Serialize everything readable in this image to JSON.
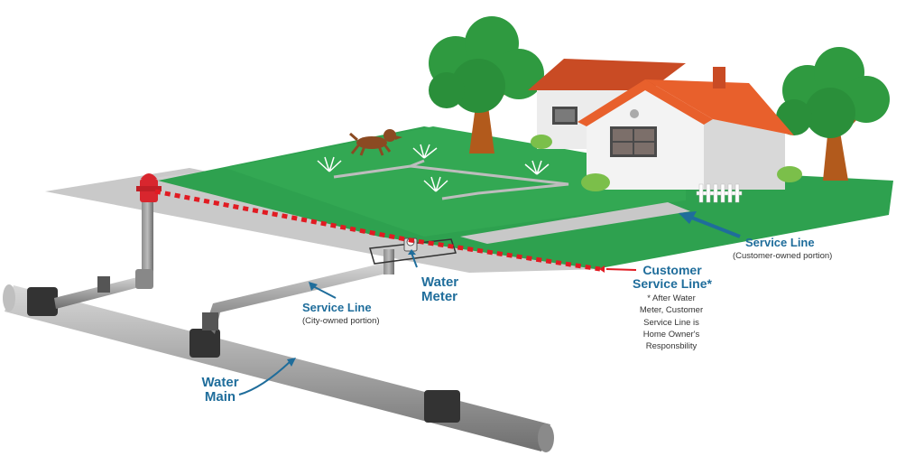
{
  "labels": {
    "water_main": [
      "Water",
      "Main"
    ],
    "service_line_city": "Service Line",
    "service_line_city_sub": "(City-owned portion)",
    "water_meter": [
      "Water",
      "Meter"
    ],
    "customer_service_line": [
      "Customer",
      "Service Line*"
    ],
    "customer_note": [
      "* After Water",
      "Meter, Customer",
      "Service Line is",
      "Home Owner's",
      "Responsbility"
    ],
    "service_line_customer": "Service Line",
    "service_line_customer_sub": "(Customer-owned portion)"
  },
  "icons": [
    "fire-hydrant-icon",
    "water-meter-icon",
    "house-icon",
    "tree-icon",
    "dog-icon",
    "sprinkler-icon",
    "shrub-icon",
    "picket-fence-icon",
    "pipe-valve-icon"
  ],
  "colors": {
    "label_blue": "#1f6d9b",
    "customer_line_red": "#e11b22",
    "lawn_green": "#2ea14f",
    "sidewalk_gray": "#c8c8c8",
    "roof_orange": "#e8602c"
  }
}
